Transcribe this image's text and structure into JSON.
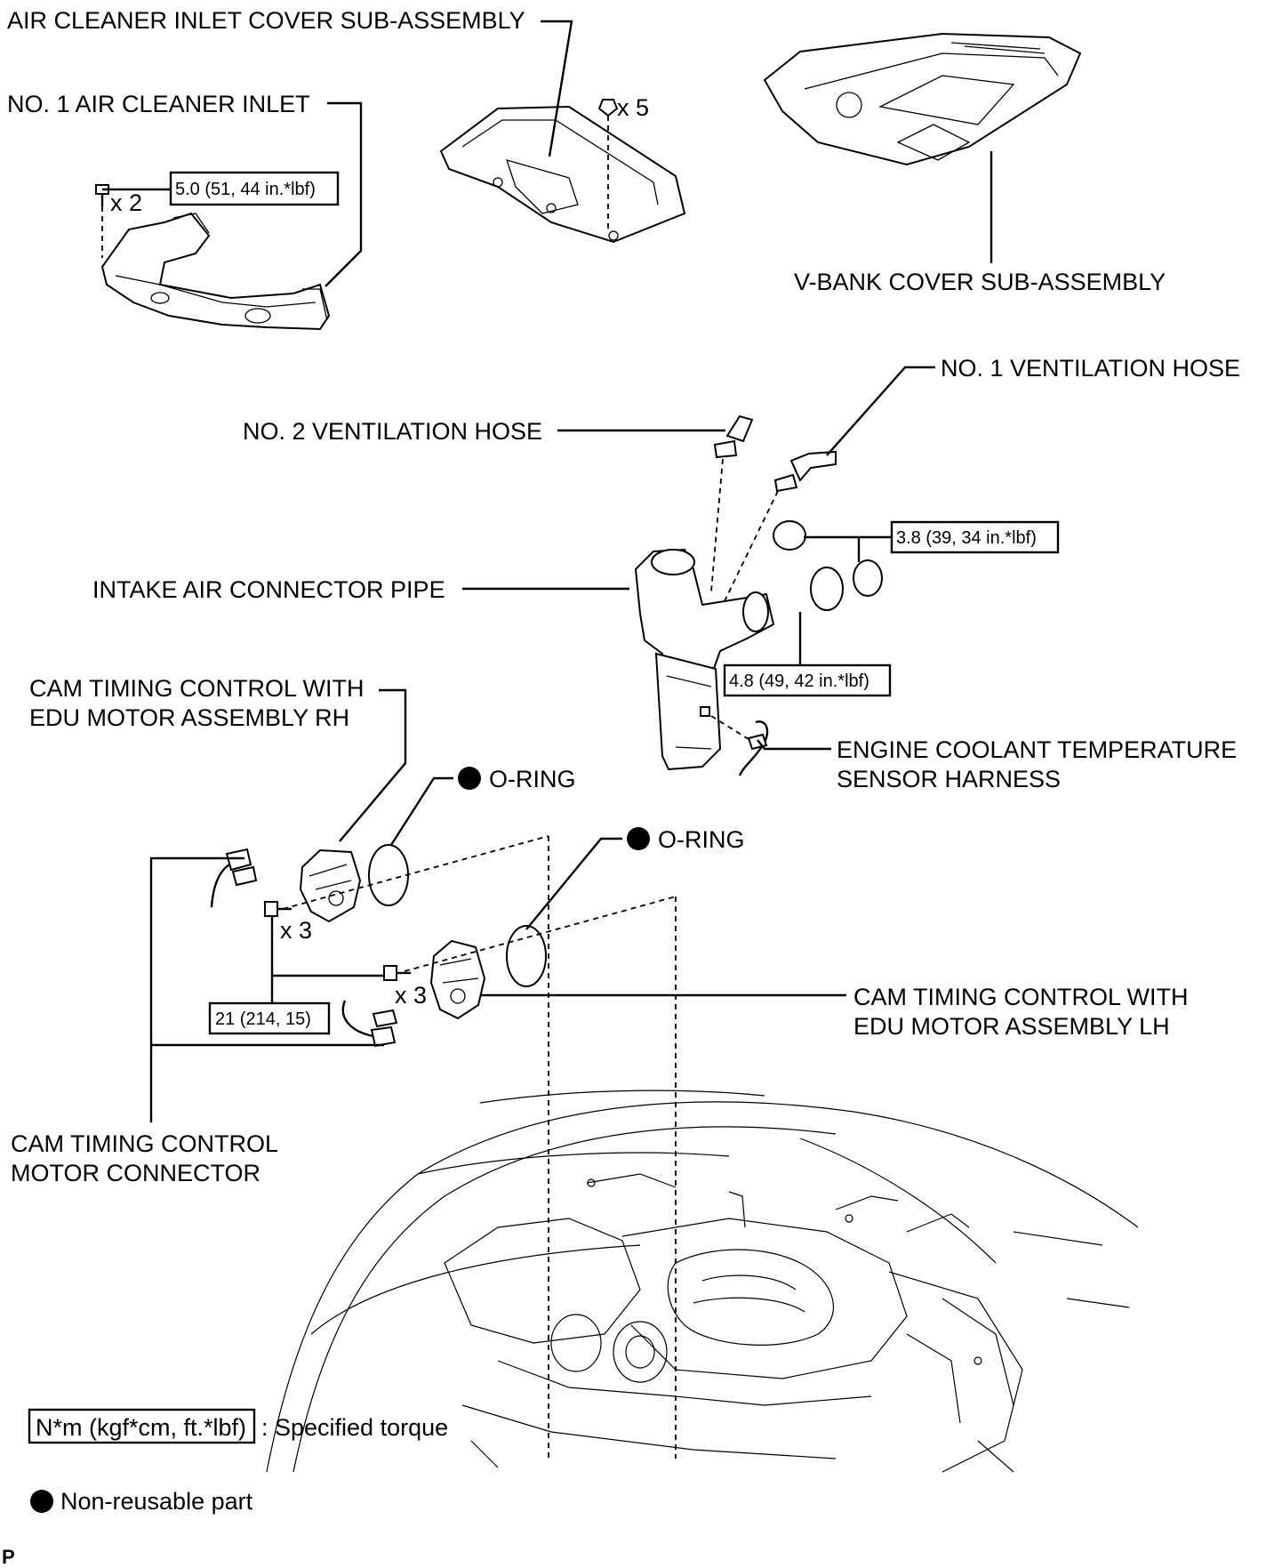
{
  "labels": {
    "air_cleaner_inlet_cover": "AIR CLEANER INLET COVER SUB-ASSEMBLY",
    "no1_air_cleaner_inlet": "NO. 1 AIR CLEANER INLET",
    "v_bank_cover": "V-BANK COVER SUB-ASSEMBLY",
    "no1_ventilation_hose": "NO. 1 VENTILATION HOSE",
    "no2_ventilation_hose": "NO. 2 VENTILATION HOSE",
    "intake_air_connector_pipe": "INTAKE AIR CONNECTOR PIPE",
    "cam_rh_line1": "CAM TIMING CONTROL WITH",
    "cam_rh_line2": "EDU MOTOR ASSEMBLY RH",
    "ect_line1": "ENGINE COOLANT TEMPERATURE",
    "ect_line2": "SENSOR HARNESS",
    "oring_1": "O-RING",
    "oring_2": "O-RING",
    "cam_lh_line1": "CAM TIMING CONTROL WITH",
    "cam_lh_line2": "EDU MOTOR ASSEMBLY LH",
    "connector_line1": "CAM TIMING CONTROL",
    "connector_line2": "MOTOR CONNECTOR"
  },
  "quantities": {
    "clip_x5": "x 5",
    "bolt_x2": "x 2",
    "bolt_rh_x3": "x 3",
    "bolt_lh_x3": "x 3"
  },
  "torques": {
    "air_cleaner_inlet": "5.0 (51, 44 in.*lbf)",
    "clamp_upper": "3.8 (39, 34 in.*lbf)",
    "clamp_lower": "4.8 (49, 42 in.*lbf)",
    "cam_bolts": "21 (214, 15)"
  },
  "legend": {
    "torque_unit": "N*m (kgf*cm, ft.*lbf)",
    "torque_desc": ": Specified torque",
    "nonreusable_desc": "Non-reusable part"
  },
  "corner_mark": "P"
}
